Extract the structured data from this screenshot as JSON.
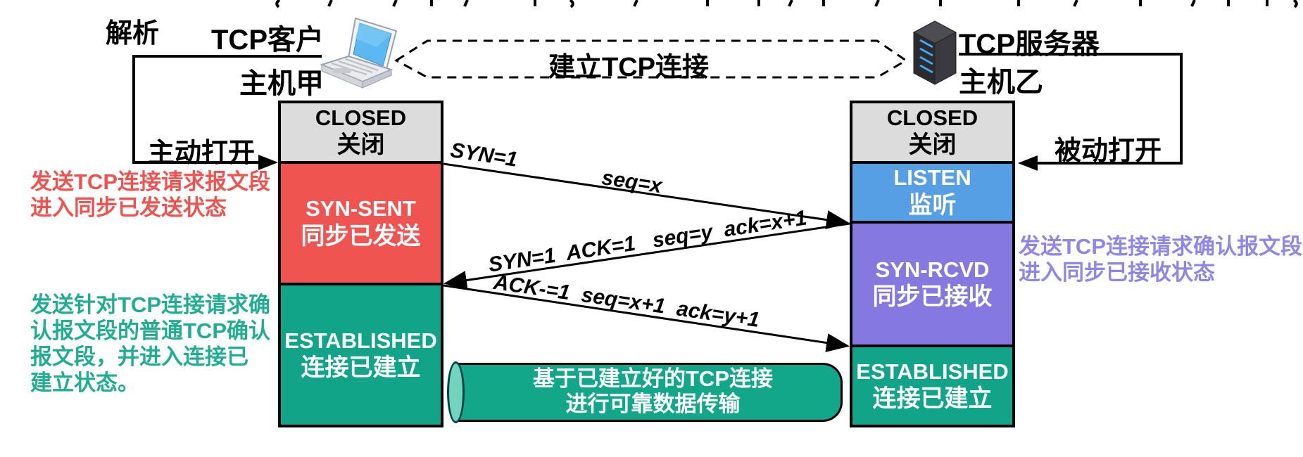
{
  "banner": {
    "label": "建立TCP连接"
  },
  "client": {
    "role": "TCP客户",
    "host": "主机甲"
  },
  "server": {
    "role": "TCP服务器",
    "host": "主机乙"
  },
  "labels": {
    "resolve": "解析",
    "active_open": "主动打开",
    "passive_open": "被动打开"
  },
  "client_states": [
    {
      "en": "CLOSED",
      "zh": "关闭"
    },
    {
      "en": "SYN-SENT",
      "zh": "同步已发送"
    },
    {
      "en": "ESTABLISHED",
      "zh": "连接已建立"
    }
  ],
  "server_states": [
    {
      "en": "CLOSED",
      "zh": "关闭"
    },
    {
      "en": "LISTEN",
      "zh": "监听"
    },
    {
      "en": "SYN-RCVD",
      "zh": "同步已接收"
    },
    {
      "en": "ESTABLISHED",
      "zh": "连接已建立"
    }
  ],
  "messages": {
    "syn_flag": "SYN=1",
    "syn_seq": "seq=x",
    "synack": "SYN=1  ACK=1   seq=y  ack=x+1",
    "ack": "ACK-=1  seq=x+1  ack=y+1"
  },
  "annotations": {
    "client_syn_line1": "发送TCP连接请求报文段",
    "client_syn_line2": "进入同步已发送状态",
    "client_est_line1": "发送针对TCP连接请求确",
    "client_est_line2": "认报文段的普通TCP确认",
    "client_est_line3": "报文段，并进入连接已",
    "client_est_line4": "建立状态。",
    "server_rcvd_line1": "发送TCP连接请求确认报文段",
    "server_rcvd_line2": "进入同步已接收状态"
  },
  "pipe": {
    "line1": "基于已建立好的TCP连接",
    "line2": "进行可靠数据传输"
  },
  "colors": {
    "closed_bg": "#DCDCDC",
    "syn_sent_bg": "#F05451",
    "listen_bg": "#569FE5",
    "syn_rcvd_bg": "#8579DF",
    "established_bg": "#12A489",
    "pipe_bg": "#13A78A",
    "pipe_cap": "#72D3BE",
    "annotation_red": "#F0534F",
    "annotation_teal": "#20AD92",
    "annotation_purple": "#8F87E8",
    "led_blue": "#3FA9F5"
  }
}
